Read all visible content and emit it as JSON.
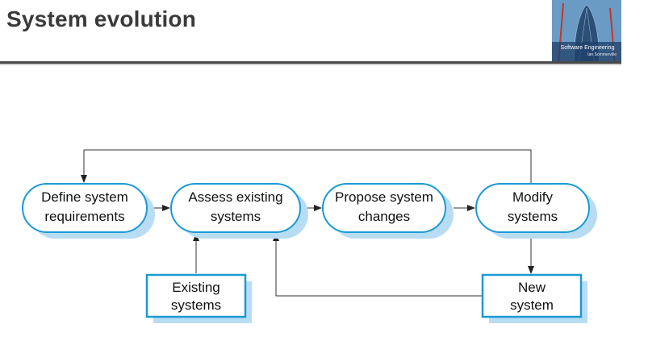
{
  "slide": {
    "title": "System evolution"
  },
  "cover": {
    "caption": "Software Engineering",
    "author": "Ian Sommerville"
  },
  "diagram": {
    "processes": [
      {
        "id": "define",
        "line1": "Define system",
        "line2": "requirements"
      },
      {
        "id": "assess",
        "line1": "Assess existing",
        "line2": "systems"
      },
      {
        "id": "propose",
        "line1": "Propose system",
        "line2": "changes"
      },
      {
        "id": "modify",
        "line1": "Modify",
        "line2": "systems"
      }
    ],
    "stores": [
      {
        "id": "existing",
        "line1": "Existing",
        "line2": "systems"
      },
      {
        "id": "new",
        "line1": "New",
        "line2": "system"
      }
    ],
    "colors": {
      "stroke": "#1a9ad6",
      "shadow": "#b8ddf3",
      "line": "#333333"
    }
  }
}
